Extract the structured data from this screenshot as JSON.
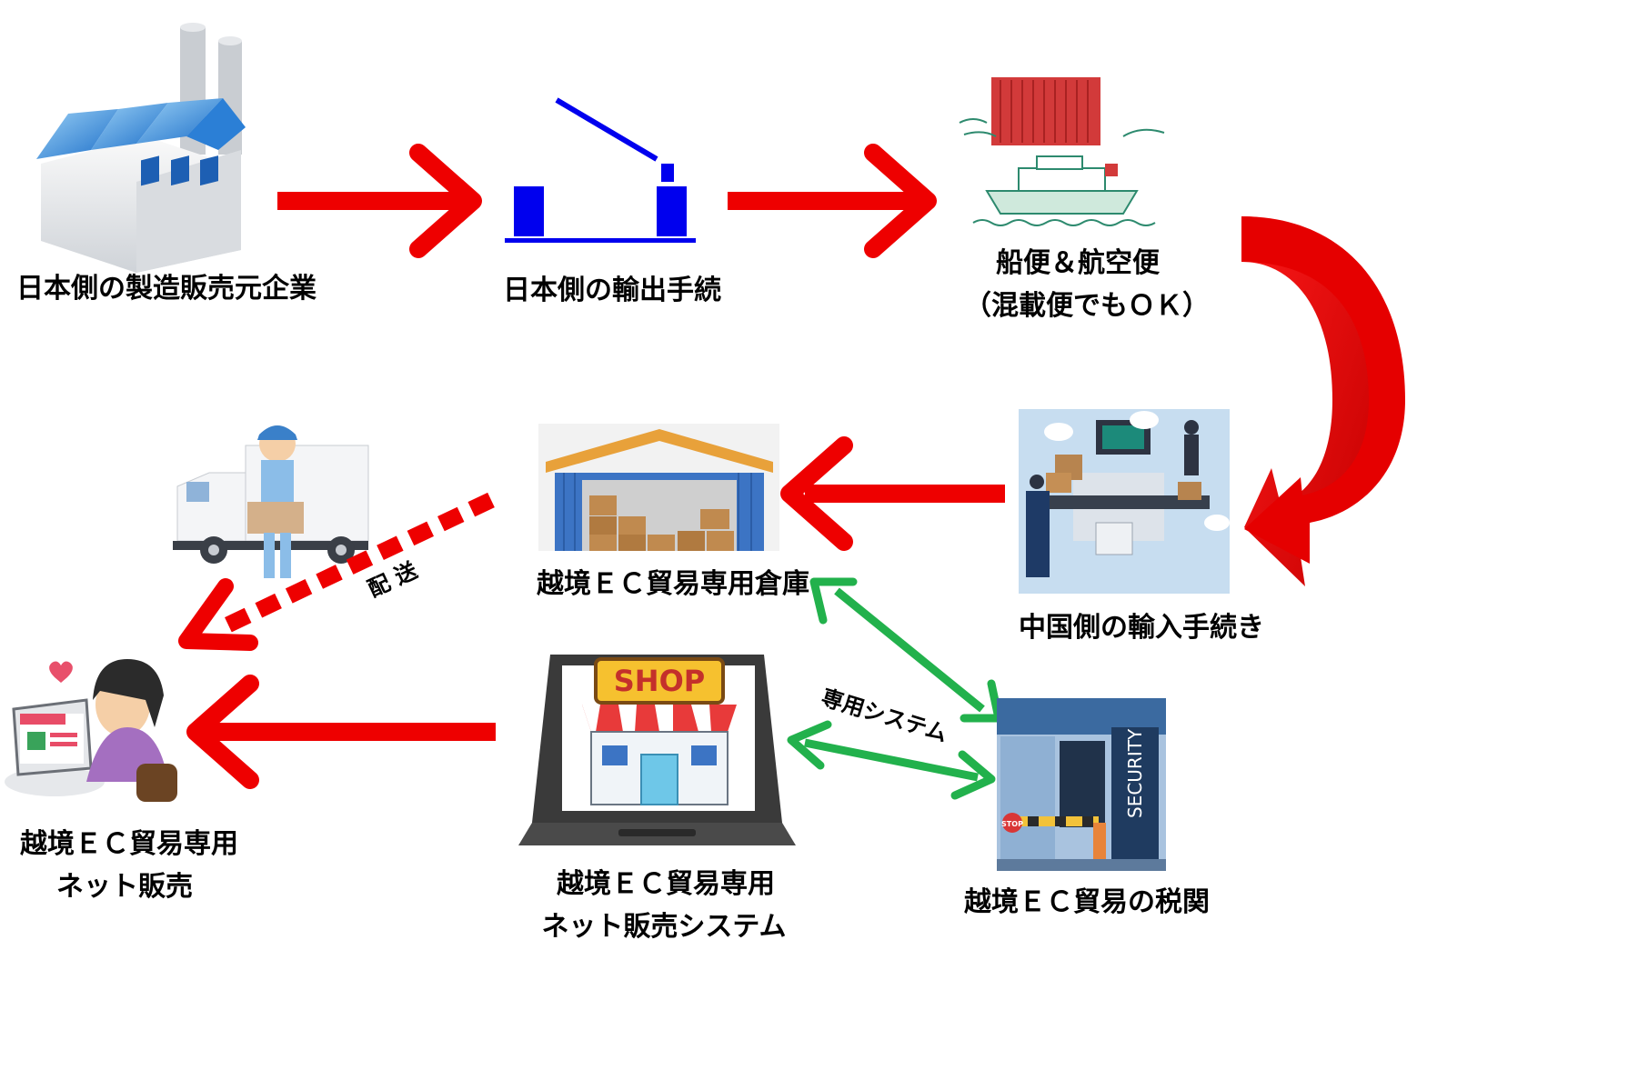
{
  "nodes": {
    "manufacturer": {
      "label": "日本側の製造販売元企業",
      "icon": "factory-icon"
    },
    "export_procedure": {
      "label": "日本側の輸出手続",
      "icon": "seesaw-icon"
    },
    "shipping": {
      "label_line1": "船便＆航空便",
      "label_line2": "（混載便でもＯＫ）",
      "icon": "container-ship-icon"
    },
    "china_import": {
      "label": "中国側の輸入手続き",
      "icon": "customs-inspection-icon"
    },
    "warehouse": {
      "label": "越境ＥＣ貿易専用倉庫",
      "icon": "warehouse-icon"
    },
    "delivery": {
      "icon": "delivery-truck-icon"
    },
    "online_sales": {
      "label_line1": "越境ＥＣ貿易専用",
      "label_line2": "ネット販売",
      "icon": "online-shopper-icon"
    },
    "sales_system": {
      "label_line1": "越境ＥＣ貿易専用",
      "label_line2": "ネット販売システム",
      "icon": "laptop-shop-icon",
      "shop_sign": "SHOP"
    },
    "customs": {
      "label": "越境ＥＣ貿易の税関",
      "icon": "security-gate-icon",
      "security_text": "SECURITY",
      "stop_text": "STOP"
    }
  },
  "edges": {
    "delivery_label": "配 送",
    "system_label": "専用システム"
  },
  "colors": {
    "flow_arrow": "#ee0000",
    "flow_arrow_dark": "#c40000",
    "system_arrow": "#22b14c",
    "seesaw": "#0000ee"
  }
}
